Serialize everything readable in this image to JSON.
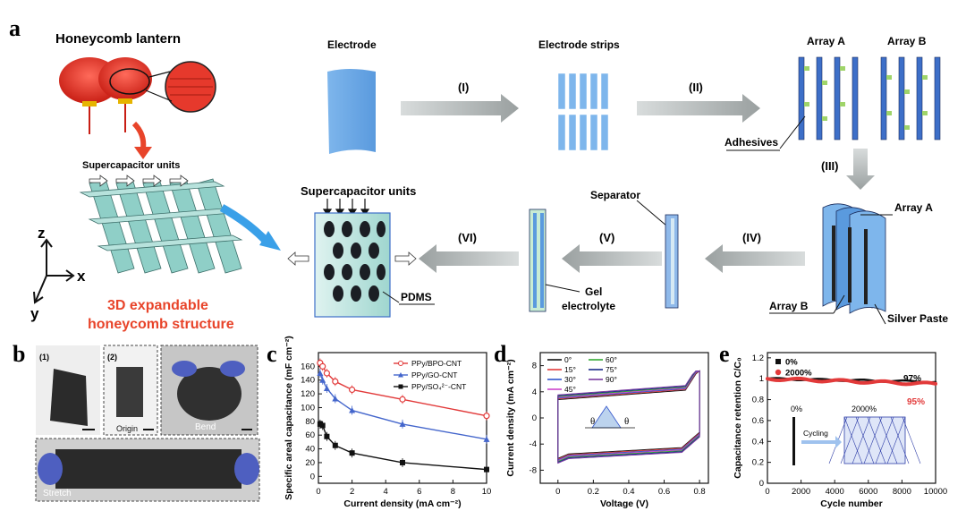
{
  "panel_a": {
    "letter": "a",
    "lantern_title": "Honeycomb lantern",
    "units_label": "Supercapacitor units",
    "axis_z": "z",
    "axis_x": "x",
    "axis_y": "y",
    "structure_line1": "3D expandable",
    "structure_line2": "honeycomb structure",
    "electrode": "Electrode",
    "electrode_strips": "Electrode strips",
    "array_a": "Array A",
    "array_b": "Array B",
    "adhesives": "Adhesives",
    "separator": "Separator",
    "gel_line1": "Gel",
    "gel_line2": "electrolyte",
    "silver_paste": "Silver Paste",
    "units_label2": "Supercapacitor units",
    "pdms": "PDMS",
    "steps": [
      "(I)",
      "(II)",
      "(III)",
      "(IV)",
      "(V)",
      "(VI)"
    ]
  },
  "panel_b": {
    "letter": "b",
    "photo1_tag": "(1)",
    "photo2_tag": "(2)",
    "origin": "Origin",
    "bend": "Bend",
    "stretch": "Stretch"
  },
  "chart_data": [
    {
      "panel": "c",
      "type": "line",
      "xlabel": "Current density (mA cm⁻²)",
      "ylabel": "Specific areal capacitance (mF cm⁻²)",
      "xlim": [
        0,
        10
      ],
      "ylim": [
        -10,
        180
      ],
      "xticks": [
        0,
        2,
        4,
        6,
        8,
        10
      ],
      "yticks": [
        0,
        20,
        40,
        60,
        80,
        100,
        120,
        140,
        160
      ],
      "series": [
        {
          "name": "PPy/BPO-CNT",
          "color": "#e23a3a",
          "marker": "circle",
          "x": [
            0.1,
            0.25,
            0.5,
            1,
            2,
            5,
            10
          ],
          "y": [
            165,
            160,
            150,
            138,
            126,
            112,
            88
          ]
        },
        {
          "name": "PPy/GO-CNT",
          "color": "#4466cc",
          "marker": "triangle",
          "x": [
            0.1,
            0.25,
            0.5,
            1,
            2,
            5,
            10
          ],
          "y": [
            150,
            140,
            128,
            113,
            96,
            76,
            54
          ]
        },
        {
          "name": "PPy/SO₄²⁻-CNT",
          "color": "#111111",
          "marker": "square",
          "x": [
            0.1,
            0.25,
            0.5,
            1,
            2,
            5,
            10
          ],
          "y": [
            76,
            74,
            58,
            45,
            34,
            20,
            10
          ]
        }
      ]
    },
    {
      "panel": "d",
      "type": "line",
      "xlabel": "Voltage (V)",
      "ylabel": "Current density (mA cm⁻²)",
      "xlim": [
        -0.1,
        0.85
      ],
      "ylim": [
        -10,
        10
      ],
      "xticks": [
        0.0,
        0.2,
        0.4,
        0.6,
        0.8
      ],
      "yticks": [
        -8,
        -4,
        0,
        4,
        8
      ],
      "series": [
        {
          "name": "0°",
          "color": "#111111"
        },
        {
          "name": "15°",
          "color": "#e23a3a"
        },
        {
          "name": "30°",
          "color": "#3355cc"
        },
        {
          "name": "45°",
          "color": "#cc44cc"
        },
        {
          "name": "60°",
          "color": "#33aa33"
        },
        {
          "name": "75°",
          "color": "#1a2a88"
        },
        {
          "name": "90°",
          "color": "#7a3aa0"
        }
      ],
      "inset_label": "θ"
    },
    {
      "panel": "e",
      "type": "scatter",
      "xlabel": "Cycle number",
      "ylabel": "Capacitance retention C/C₀",
      "xlim": [
        0,
        10000
      ],
      "ylim": [
        0,
        1.25
      ],
      "xticks": [
        0,
        2000,
        4000,
        6000,
        8000,
        10000
      ],
      "yticks": [
        0.0,
        0.2,
        0.4,
        0.6,
        0.8,
        1.0,
        1.2
      ],
      "series": [
        {
          "name": "0%",
          "color": "#111111",
          "start": 1.0,
          "end": 0.97
        },
        {
          "name": "2000%",
          "color": "#e23a3a",
          "start": 1.0,
          "end": 0.95
        }
      ],
      "annotations": [
        "97%",
        "95%"
      ],
      "inset": {
        "left": "0%",
        "right": "2000%",
        "arrow": "Cycling"
      }
    }
  ],
  "panel_letters": {
    "c": "c",
    "d": "d",
    "e": "e"
  }
}
